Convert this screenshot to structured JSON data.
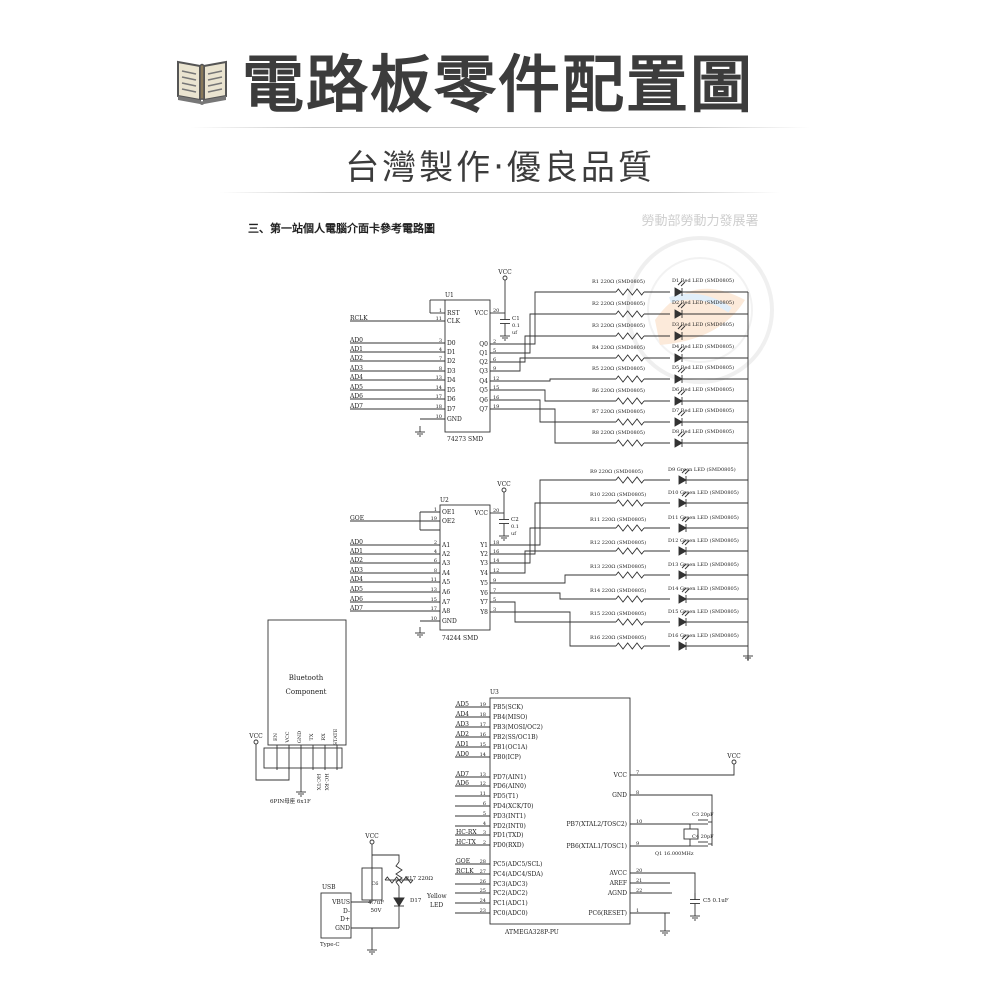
{
  "header": {
    "title": "電路板零件配置圖",
    "subtitle": "台灣製作‧優良品質"
  },
  "schematic": {
    "caption": "三、第一站個人電腦介面卡參考電路圖",
    "watermark": "勞動部勞動力發展署",
    "vcc": "VCC",
    "u1": {
      "ref": "U1",
      "part": "74273 SMD",
      "left_pins": [
        {
          "num": "1",
          "name": "RST",
          "net": ""
        },
        {
          "num": "11",
          "name": "CLK",
          "net": "RCLK"
        },
        {
          "num": "3",
          "name": "D0",
          "net": "AD0"
        },
        {
          "num": "4",
          "name": "D1",
          "net": "AD1"
        },
        {
          "num": "7",
          "name": "D2",
          "net": "AD2"
        },
        {
          "num": "8",
          "name": "D3",
          "net": "AD3"
        },
        {
          "num": "13",
          "name": "D4",
          "net": "AD4"
        },
        {
          "num": "14",
          "name": "D5",
          "net": "AD5"
        },
        {
          "num": "17",
          "name": "D6",
          "net": "AD6"
        },
        {
          "num": "18",
          "name": "D7",
          "net": "AD7"
        },
        {
          "num": "10",
          "name": "GND",
          "net": ""
        }
      ],
      "right_pins": [
        {
          "num": "20",
          "name": "VCC"
        },
        {
          "num": "2",
          "name": "Q0"
        },
        {
          "num": "5",
          "name": "Q1"
        },
        {
          "num": "6",
          "name": "Q2"
        },
        {
          "num": "9",
          "name": "Q3"
        },
        {
          "num": "12",
          "name": "Q4"
        },
        {
          "num": "15",
          "name": "Q5"
        },
        {
          "num": "16",
          "name": "Q6"
        },
        {
          "num": "19",
          "name": "Q7"
        }
      ],
      "cap": [
        "C1",
        "0.1",
        "uf"
      ]
    },
    "u2": {
      "ref": "U2",
      "part": "74244 SMD",
      "left_pins": [
        {
          "num": "1",
          "name": "OE1",
          "net": ""
        },
        {
          "num": "19",
          "name": "OE2",
          "net": "GOE"
        },
        {
          "num": "2",
          "name": "A1",
          "net": "AD0"
        },
        {
          "num": "4",
          "name": "A2",
          "net": "AD1"
        },
        {
          "num": "6",
          "name": "A3",
          "net": "AD2"
        },
        {
          "num": "8",
          "name": "A4",
          "net": "AD3"
        },
        {
          "num": "11",
          "name": "A5",
          "net": "AD4"
        },
        {
          "num": "13",
          "name": "A6",
          "net": "AD5"
        },
        {
          "num": "15",
          "name": "A7",
          "net": "AD6"
        },
        {
          "num": "17",
          "name": "A8",
          "net": "AD7"
        },
        {
          "num": "10",
          "name": "GND",
          "net": ""
        }
      ],
      "right_pins": [
        {
          "num": "20",
          "name": "VCC"
        },
        {
          "num": "18",
          "name": "Y1"
        },
        {
          "num": "16",
          "name": "Y2"
        },
        {
          "num": "14",
          "name": "Y3"
        },
        {
          "num": "12",
          "name": "Y4"
        },
        {
          "num": "9",
          "name": "Y5"
        },
        {
          "num": "7",
          "name": "Y6"
        },
        {
          "num": "5",
          "name": "Y7"
        },
        {
          "num": "3",
          "name": "Y8"
        }
      ],
      "cap": [
        "C2",
        "0.1",
        "uf"
      ]
    },
    "red_rows": [
      {
        "res": "R1 220Ω (SMD0805)",
        "led": "D1  Red LED (SMD0805)"
      },
      {
        "res": "R2 220Ω (SMD0805)",
        "led": "D2  Red LED (SMD0805)"
      },
      {
        "res": "R3 220Ω (SMD0805)",
        "led": "D3  Red LED (SMD0805)"
      },
      {
        "res": "R4 220Ω (SMD0805)",
        "led": "D4  Red LED (SMD0805)"
      },
      {
        "res": "R5 220Ω (SMD0805)",
        "led": "D5  Red LED (SMD0805)"
      },
      {
        "res": "R6 220Ω (SMD0805)",
        "led": "D6  Red LED (SMD0805)"
      },
      {
        "res": "R7 220Ω (SMD0805)",
        "led": "D7  Red LED (SMD0805)"
      },
      {
        "res": "R8 220Ω (SMD0805)",
        "led": "D8  Red LED (SMD0805)"
      }
    ],
    "green_rows": [
      {
        "res": "R9 220Ω (SMD0805)",
        "led": "D9 Green LED (SMD0805)"
      },
      {
        "res": "R10 220Ω (SMD0805)",
        "led": "D10 Green LED (SMD0805)"
      },
      {
        "res": "R11 220Ω (SMD0805)",
        "led": "D11 Green LED (SMD0805)"
      },
      {
        "res": "R12 220Ω (SMD0805)",
        "led": "D12 Green LED (SMD0805)"
      },
      {
        "res": "R13 220Ω (SMD0805)",
        "led": "D13 Green LED (SMD0805)"
      },
      {
        "res": "R14 220Ω (SMD0805)",
        "led": "D14 Green LED (SMD0805)"
      },
      {
        "res": "R15 220Ω (SMD0805)",
        "led": "D15 Green LED (SMD0805)"
      },
      {
        "res": "R16 220Ω (SMD0805)",
        "led": "D16 Green LED (SMD0805)"
      }
    ],
    "bluetooth": {
      "title_line1": "Bluetooth",
      "title_line2": "Component",
      "pins": [
        "EN",
        "VCC",
        "GND",
        "TX",
        "RX",
        "STATE"
      ],
      "net_labels": [
        "HC-TX",
        "HC-RX"
      ],
      "connector": "6PIN母座 6x1F"
    },
    "u3": {
      "ref": "U3",
      "part": "ATMEGA328P-PU",
      "left_pins": [
        {
          "net": "AD5",
          "num": "19",
          "name": "PB5(SCK)"
        },
        {
          "net": "AD4",
          "num": "18",
          "name": "PB4(MISO)"
        },
        {
          "net": "AD3",
          "num": "17",
          "name": "PB3(MOSI/OC2)"
        },
        {
          "net": "AD2",
          "num": "16",
          "name": "PB2(SS/OC1B)"
        },
        {
          "net": "AD1",
          "num": "15",
          "name": "PB1(OC1A)"
        },
        {
          "net": "AD0",
          "num": "14",
          "name": "PB0(ICP)"
        },
        {
          "net": "AD7",
          "num": "13",
          "name": "PD7(AIN1)"
        },
        {
          "net": "AD6",
          "num": "12",
          "name": "PD6(AIN0)"
        },
        {
          "net": "",
          "num": "11",
          "name": "PD5(T1)"
        },
        {
          "net": "",
          "num": "6",
          "name": "PD4(XCK/T0)"
        },
        {
          "net": "",
          "num": "5",
          "name": "PD3(INT1)"
        },
        {
          "net": "",
          "num": "4",
          "name": "PD2(INT0)"
        },
        {
          "net": "HC-RX",
          "num": "3",
          "name": "PD1(TXD)"
        },
        {
          "net": "HC-TX",
          "num": "2",
          "name": "PD0(RXD)"
        },
        {
          "net": "GOE",
          "num": "28",
          "name": "PC5(ADC5/SCL)"
        },
        {
          "net": "RCLK",
          "num": "27",
          "name": "PC4(ADC4/SDA)"
        },
        {
          "net": "",
          "num": "26",
          "name": "PC3(ADC3)"
        },
        {
          "net": "",
          "num": "25",
          "name": "PC2(ADC2)"
        },
        {
          "net": "",
          "num": "24",
          "name": "PC1(ADC1)"
        },
        {
          "net": "",
          "num": "23",
          "name": "PC0(ADC0)"
        }
      ],
      "right_pins": [
        {
          "num": "7",
          "name": "VCC"
        },
        {
          "num": "8",
          "name": "GND"
        },
        {
          "num": "10",
          "name": "PB7(XTAL2/TOSC2)"
        },
        {
          "num": "9",
          "name": "PB6(XTAL1/TOSC1)"
        },
        {
          "num": "20",
          "name": "AVCC"
        },
        {
          "num": "21",
          "name": "AREF"
        },
        {
          "num": "22",
          "name": "AGND"
        },
        {
          "num": "1",
          "name": "PC6(RESET)"
        }
      ],
      "c3": "C3 20pF",
      "c4": "C4 20pF",
      "crystal": "Q1 16.000MHz",
      "c5": "C5  0.1uF"
    },
    "usb": {
      "title": "USB",
      "pins": [
        "VBUS",
        "D-",
        "D+",
        "GND"
      ],
      "type": "Type-C",
      "c6": [
        "C6",
        "4.7uF",
        "50V"
      ],
      "r17": "R17 220Ω",
      "d17": "D17",
      "led_label": [
        "Yellow",
        "LED"
      ]
    }
  }
}
